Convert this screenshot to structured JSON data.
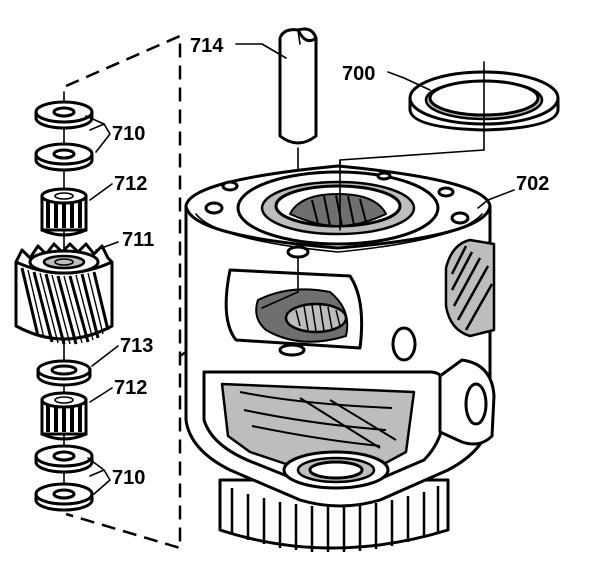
{
  "callouts": {
    "shaft": "714",
    "bearing_race": "700",
    "thrust_washers_top": "710",
    "needle_bearing_top": "712",
    "pinion_gear": "711",
    "thrust_washer": "713",
    "needle_bearing_bottom": "712",
    "thrust_washers_bottom": "710",
    "differential_case": "702"
  },
  "colors": {
    "line": "#000000",
    "paper": "#ffffff",
    "shade": "#bdbdbd",
    "dark_shade": "#6f6f6f"
  }
}
